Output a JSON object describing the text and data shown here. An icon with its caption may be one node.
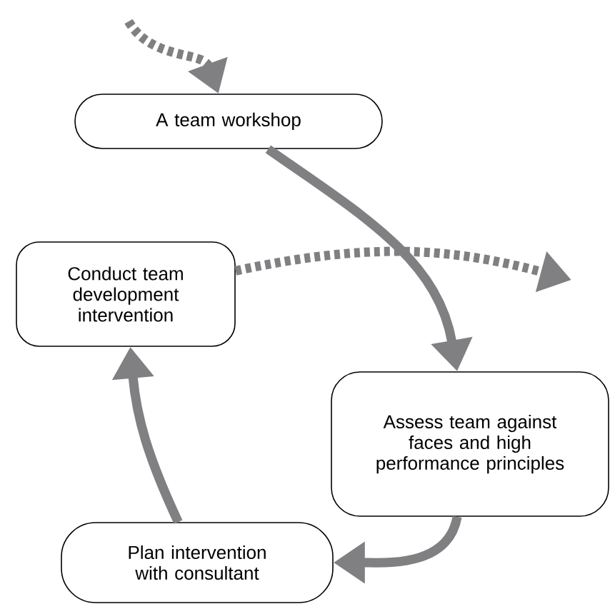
{
  "diagram": {
    "nodes": [
      {
        "text": [
          "A team workshop"
        ]
      },
      {
        "text": [
          "Conduct team development intervention"
        ]
      },
      {
        "text": [
          "Assess team against faces and high performance principles"
        ]
      },
      {
        "text": [
          "Plan intervention with consultant"
        ]
      }
    ],
    "edges": [
      {
        "from": null,
        "to": 0,
        "arrow": "to",
        "style": "dashed"
      },
      {
        "from": 0,
        "to": 2,
        "arrow": "to"
      },
      {
        "from": 2,
        "to": 3,
        "arrow": "to"
      },
      {
        "from": 3,
        "to": 1,
        "arrow": "to"
      },
      {
        "from": 1,
        "to": null,
        "arrow": "to",
        "style": "dashed"
      }
    ]
  }
}
